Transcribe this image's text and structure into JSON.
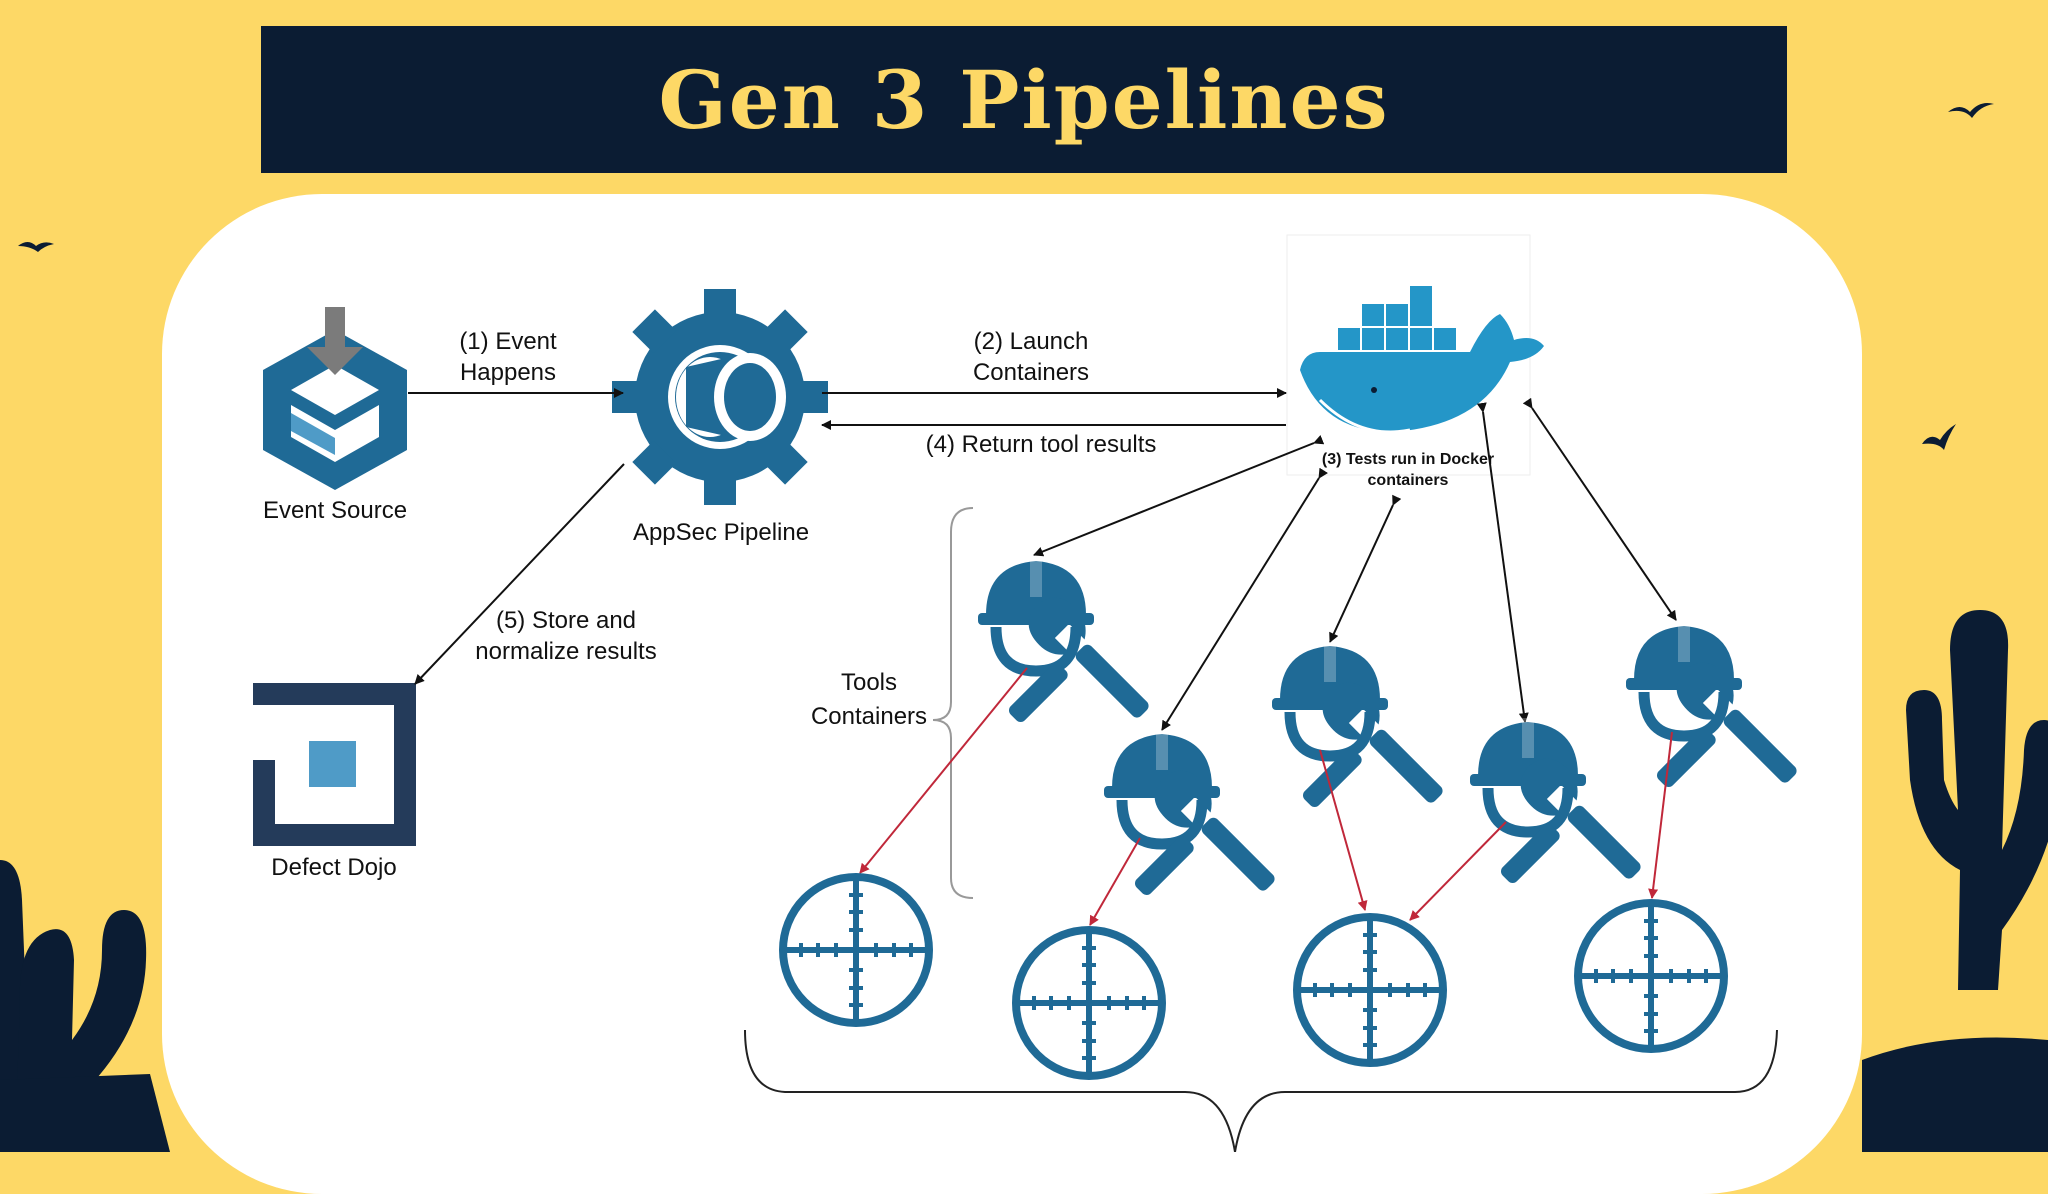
{
  "title": "Gen 3 Pipelines",
  "nodes": {
    "event_source": "Event Source",
    "appsec_pipeline": "AppSec Pipeline",
    "defect_dojo": "Defect Dojo",
    "docker_line1": "(3) Tests run in Docker",
    "docker_line2": "containers",
    "tools_line1": "Tools",
    "tools_line2": "Containers"
  },
  "edges": {
    "event_line1": "(1) Event",
    "event_line2": "Happens",
    "launch_line1": "(2) Launch",
    "launch_line2": "Containers",
    "return": "(4) Return tool results",
    "store_line1": "(5) Store and",
    "store_line2": "normalize results"
  },
  "colors": {
    "background": "#fdd866",
    "title_bar": "#0b1c33",
    "title_text": "#fdd866",
    "icon_blue": "#1f6a96",
    "docker_blue": "#2496c8",
    "target_arrow": "#c0283a",
    "cactus": "#0b1c33"
  },
  "icons": {
    "event_source": "download-box-icon",
    "pipeline": "gear-pipe-icon",
    "docker": "docker-whale-icon",
    "defect_dojo": "dojo-square-icon",
    "tools": "hardhat-wrench-icon",
    "targets": "crosshair-target-icon"
  }
}
